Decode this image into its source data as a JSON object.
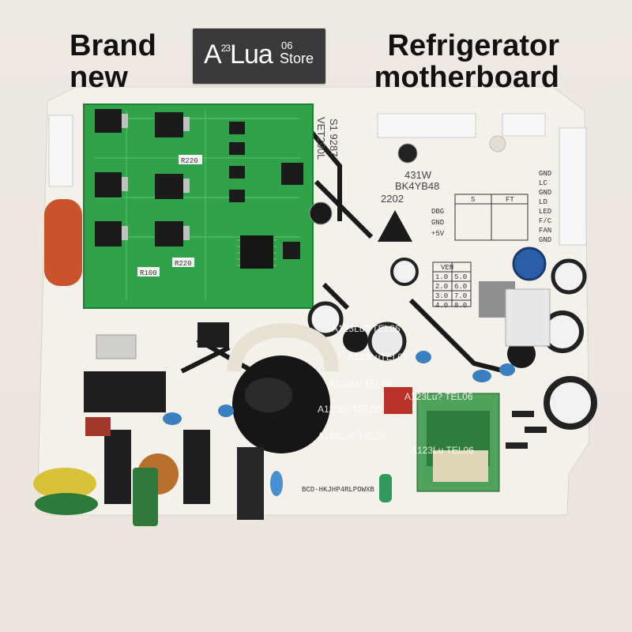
{
  "headline_left": [
    "Brand",
    "new"
  ],
  "headline_right": [
    "Refrigerator",
    "motherboard"
  ],
  "logo": {
    "main": "Lua",
    "sup": "23",
    "prefix": "A",
    "num": "06",
    "store": "Store"
  },
  "silkscreen": {
    "board_code": "VET290L",
    "code2": "S1 9287",
    "part": "431W",
    "model": "BK4YB48",
    "year": "2202",
    "bottom_code": "BCD-HKJHP4RLPOWXB",
    "r1": "R220",
    "r2": "R100",
    "r3": "R220",
    "conn_labels": [
      "GND",
      "LC",
      "GND",
      "LD",
      "LED",
      "F/C",
      "FAN",
      "GND"
    ],
    "pin_labels": [
      "DBG",
      "GND",
      "+5V"
    ],
    "table_headers": [
      "S",
      "FT"
    ],
    "ven_header": "VEN",
    "ven_rows": [
      [
        "1.0",
        "5.0"
      ],
      [
        "2.0",
        "6.0"
      ],
      [
        "3.0",
        "7.0"
      ],
      [
        "4.0",
        "8.0"
      ]
    ]
  },
  "watermarks": [
    "A123Lu? TEL06",
    "A123LuTEL06",
    "A123Lu TEL06",
    "A123Lu? TEL06",
    "A123Lu TEL06",
    "A123Lu? TEL06",
    "A123Lu TEL06"
  ],
  "colors": {
    "board": "#f4f1ea",
    "daughter": "#2fa24a",
    "capacitor": "#202020",
    "varistor": "#d8c23a"
  }
}
